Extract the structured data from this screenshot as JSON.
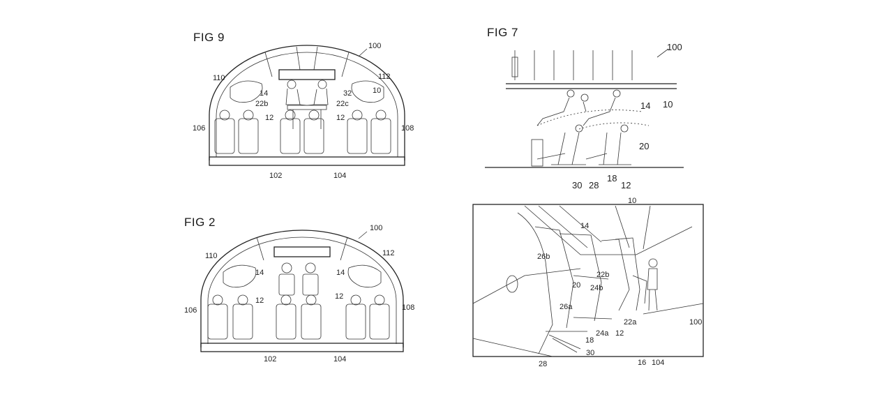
{
  "fig9": {
    "title": "FIG 9",
    "labels": {
      "ref_100": "100",
      "ref_110": "110",
      "ref_112": "112",
      "ref_10": "10",
      "ref_14": "14",
      "ref_32": "32",
      "ref_22b": "22b",
      "ref_22c": "22c",
      "ref_12a": "12",
      "ref_12b": "12",
      "ref_106": "106",
      "ref_108": "108",
      "ref_102": "102",
      "ref_104": "104"
    }
  },
  "fig2": {
    "title": "FIG 2",
    "labels": {
      "ref_100": "100",
      "ref_110": "110",
      "ref_112": "112",
      "ref_14a": "14",
      "ref_14b": "14",
      "ref_12a": "12",
      "ref_12b": "12",
      "ref_106": "106",
      "ref_108": "108",
      "ref_102": "102",
      "ref_104": "104"
    }
  },
  "fig7": {
    "title": "FIG 7",
    "labels": {
      "ref_100": "100",
      "ref_14": "14",
      "ref_10": "10",
      "ref_20": "20",
      "ref_30": "30",
      "ref_28": "28",
      "ref_18": "18",
      "ref_12": "12"
    }
  },
  "perspective": {
    "labels": {
      "ref_10": "10",
      "ref_14": "14",
      "ref_26b": "26b",
      "ref_22b": "22b",
      "ref_20": "20",
      "ref_24b": "24b",
      "ref_26a": "26a",
      "ref_22a": "22a",
      "ref_24a": "24a",
      "ref_12": "12",
      "ref_18": "18",
      "ref_30": "30",
      "ref_28": "28",
      "ref_16": "16",
      "ref_104": "104",
      "ref_100": "100"
    }
  }
}
